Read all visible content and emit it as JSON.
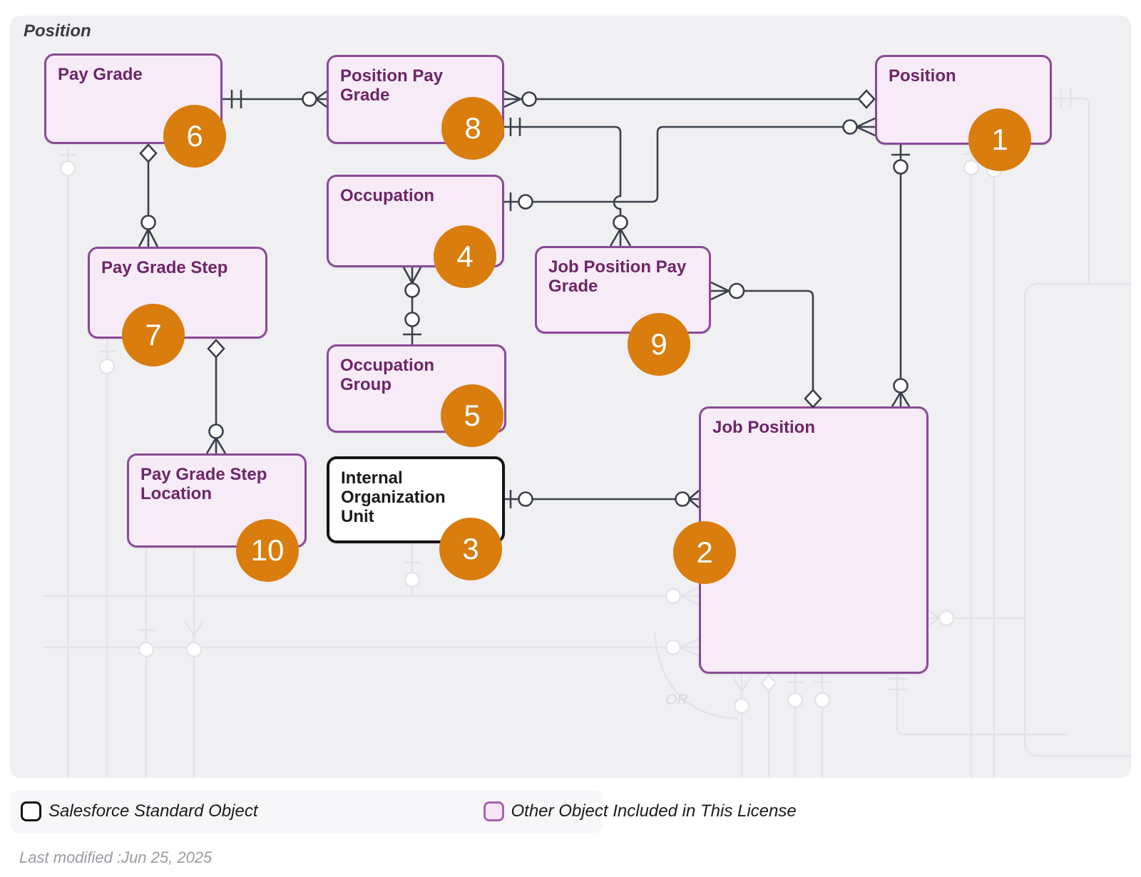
{
  "diagram_title": "Position",
  "entities": [
    {
      "badge": "1",
      "label": "Position",
      "type": "licensed"
    },
    {
      "badge": "2",
      "label": "Job Position",
      "type": "licensed"
    },
    {
      "badge": "3",
      "label": "Internal\nOrganization\nUnit",
      "type": "standard"
    },
    {
      "badge": "4",
      "label": "Occupation",
      "type": "licensed"
    },
    {
      "badge": "5",
      "label": "Occupation\nGroup",
      "type": "licensed"
    },
    {
      "badge": "6",
      "label": "Pay Grade",
      "type": "licensed"
    },
    {
      "badge": "7",
      "label": "Pay Grade Step",
      "type": "licensed"
    },
    {
      "badge": "8",
      "label": "Position Pay\nGrade",
      "type": "licensed"
    },
    {
      "badge": "9",
      "label": "Job Position Pay\nGrade",
      "type": "licensed"
    },
    {
      "badge": "10",
      "label": "Pay Grade Step\nLocation",
      "type": "licensed"
    }
  ],
  "relationships": [
    {
      "from": "Pay Grade",
      "to": "Position Pay Grade",
      "from_marker": "one",
      "to_marker": "zero-or-many"
    },
    {
      "from": "Position Pay Grade",
      "to": "Position",
      "from_marker": "zero-or-many",
      "to_marker": "diamond"
    },
    {
      "from": "Position Pay Grade",
      "to": "Job Position Pay Grade",
      "from_marker": "one",
      "to_marker": "zero-or-many"
    },
    {
      "from": "Occupation",
      "to": "Position",
      "from_marker": "one",
      "to_marker": "zero-or-many"
    },
    {
      "from": "Occupation",
      "to": "Occupation Group",
      "from_marker": "zero-or-many",
      "to_marker": "zero-or-one"
    },
    {
      "from": "Position",
      "to": "Job Position",
      "from_marker": "zero-or-one",
      "to_marker": "zero-or-many"
    },
    {
      "from": "Job Position Pay Grade",
      "to": "Job Position",
      "from_marker": "zero-or-many",
      "to_marker": "diamond"
    },
    {
      "from": "Pay Grade",
      "to": "Pay Grade Step",
      "from_marker": "diamond",
      "to_marker": "zero-or-many"
    },
    {
      "from": "Pay Grade Step",
      "to": "Pay Grade Step Location",
      "from_marker": "diamond",
      "to_marker": "zero-or-many"
    },
    {
      "from": "Internal Organization Unit",
      "to": "Job Position",
      "from_marker": "one",
      "to_marker": "zero-or-many"
    }
  ],
  "background_annotation": "OR",
  "legend": {
    "standard_label": "Salesforce Standard Object",
    "other_label": "Other Object Included in This License"
  },
  "footer": {
    "last_modified": "Last modified :Jun 25, 2025"
  },
  "colors": {
    "entity_fill": "#f7ebf8",
    "entity_border": "#8a4a96",
    "entity_text": "#6d2666",
    "standard_border": "#141417",
    "badge": "#d87d0e",
    "connector": "#3b404b",
    "faded": "#e3e4e9",
    "diagram_bg": "#f0f0f3"
  }
}
